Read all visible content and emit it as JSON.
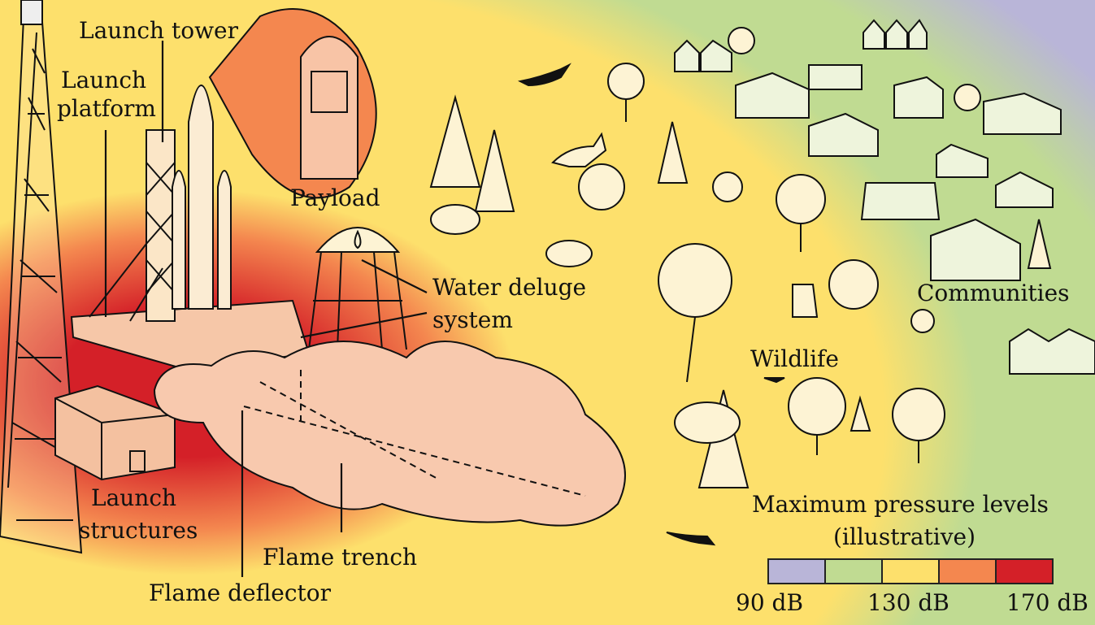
{
  "labels": {
    "launch_tower": "Launch tower",
    "launch_platform_1": "Launch",
    "launch_platform_2": "platform",
    "payload": "Payload",
    "water_deluge_1": "Water deluge",
    "water_deluge_2": "system",
    "communities": "Communities",
    "wildlife": "Wildlife",
    "launch_structures_1": "Launch",
    "launch_structures_2": "structures",
    "flame_trench": "Flame trench",
    "flame_deflector": "Flame deflector"
  },
  "legend": {
    "title": "Maximum pressure levels",
    "subtitle": "(illustrative)",
    "colors": [
      "#b9b5d8",
      "#c0db92",
      "#fde06c",
      "#f4874f",
      "#d42028"
    ],
    "ticks": [
      "90 dB",
      "130 dB",
      "170 dB"
    ]
  }
}
